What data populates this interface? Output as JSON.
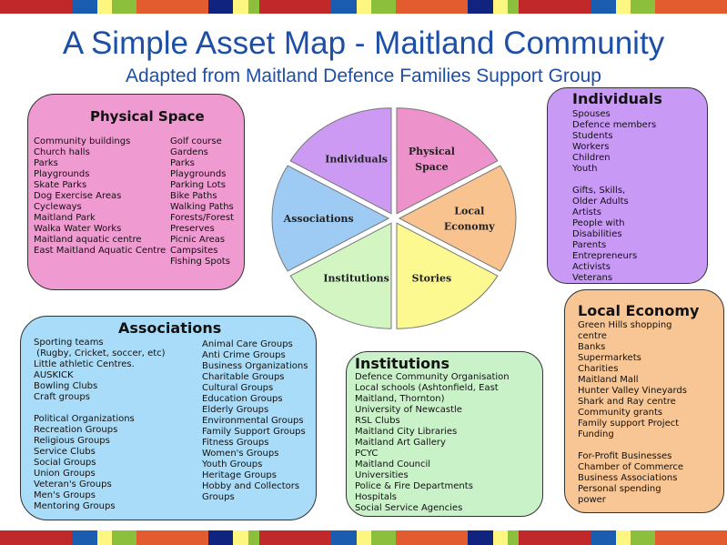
{
  "stripe_colors": [
    "#c0282a",
    "#1a5cb0",
    "#fdf680",
    "#8cc03c",
    "#e35c30",
    "#10247f",
    "#fdf680",
    "#8cc03c"
  ],
  "title": "A Simple Asset Map - Maitland Community",
  "subtitle": "Adapted from Maitland Defence Families Support Group",
  "pie": [
    {
      "label": "Physical Space",
      "lines": [
        "Physical",
        "Space"
      ],
      "color": "#ee92cc"
    },
    {
      "label": "Local Economy",
      "lines": [
        "Local",
        "Economy"
      ],
      "color": "#f8c38f"
    },
    {
      "label": "Stories",
      "lines": [
        "Stories"
      ],
      "color": "#fbf98f"
    },
    {
      "label": "Institutions",
      "lines": [
        "Institutions"
      ],
      "color": "#d2f5c2"
    },
    {
      "label": "Associations",
      "lines": [
        "Associations"
      ],
      "color": "#9ecbf4"
    },
    {
      "label": "Individuals",
      "lines": [
        "Individuals"
      ],
      "color": "#cc9af3"
    }
  ],
  "physical": {
    "title": "Physical Space",
    "left": [
      "Community buildings",
      "Church halls",
      "Parks",
      "Playgrounds",
      "Skate Parks",
      "Dog Exercise Areas",
      "Cycleways",
      "Maitland Park",
      "Walka Water Works",
      "Maitland aquatic centre",
      "East Maitland Aquatic Centre"
    ],
    "right": [
      "Golf course",
      "Gardens",
      "Parks",
      "Playgrounds",
      "Parking Lots",
      "Bike Paths",
      "Walking Paths",
      "Forests/Forest",
      "Preserves",
      "Picnic Areas",
      "Campsites",
      "Fishing Spots"
    ]
  },
  "individuals": {
    "title": "Individuals",
    "items": [
      "Spouses",
      "Defence members",
      "Students",
      "Workers",
      "Children",
      "Youth",
      "",
      "Gifts, Skills,",
      "Older Adults",
      "Artists",
      "People with",
      "Disabilities",
      "Parents",
      "Entrepreneurs",
      "Activists",
      "Veterans"
    ]
  },
  "associations": {
    "title": "Associations",
    "left": [
      "Sporting teams",
      " (Rugby, Cricket, soccer, etc)",
      "Little athletic Centres.",
      "AUSKICK",
      "Bowling Clubs",
      "Craft groups",
      "",
      "Political Organizations",
      "Recreation Groups",
      "Religious Groups",
      "Service Clubs",
      "Social Groups",
      "Union Groups",
      "Veteran's Groups",
      "Men's Groups",
      "Mentoring Groups"
    ],
    "right": [
      "Animal Care Groups",
      "Anti Crime Groups",
      "Business Organizations",
      "Charitable Groups",
      "Cultural Groups",
      "Education Groups",
      "Elderly Groups",
      "Environmental Groups",
      "Family Support Groups",
      "Fitness Groups",
      "Women's Groups",
      "Youth Groups",
      "Heritage Groups",
      "Hobby and Collectors",
      "Groups"
    ]
  },
  "institutions": {
    "title": "Institutions",
    "items": [
      "Defence Community Organisation",
      "Local schools (Ashtonfield, East",
      "Maitland, Thornton)",
      "University of Newcastle",
      "RSL Clubs",
      "Maitland City Libraries",
      "Maitland Art Gallery",
      "PCYC",
      "Maitland Council",
      "Universities",
      "Police & Fire Departments",
      "Hospitals",
      "Social Service Agencies"
    ]
  },
  "economy": {
    "title": "Local Economy",
    "items": [
      "Green Hills shopping",
      "centre",
      "Banks",
      "Supermarkets",
      "Charities",
      "Maitland Mall",
      "Hunter Valley Vineyards",
      "Shark and Ray centre",
      "Community grants",
      "Family support Project",
      "Funding",
      "",
      "For-Profit Businesses",
      "Chamber of Commerce",
      "Business Associations",
      "Personal spending",
      "power"
    ]
  }
}
